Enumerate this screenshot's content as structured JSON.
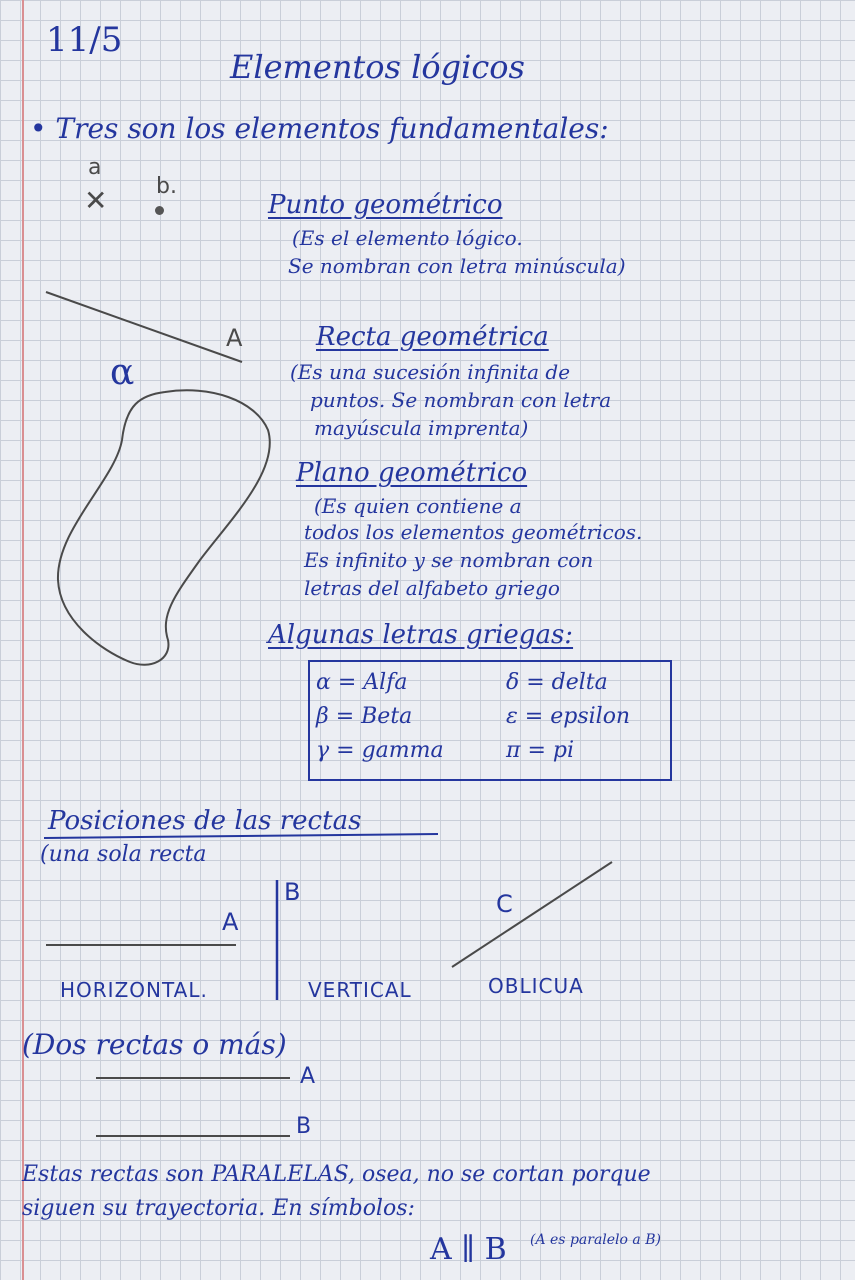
{
  "page": {
    "date": "11/5",
    "title": "Elementos lógicos",
    "intro": "• Tres son los elementos fundamentales:"
  },
  "point": {
    "label_a": "a",
    "label_b": "b.",
    "heading": "Punto geométrico",
    "desc_1": "(Es el elemento lógico.",
    "desc_2": "Se nombran con letra minúscula)"
  },
  "line": {
    "label": "A",
    "heading": "Recta geométrica",
    "desc_1": "(Es una sucesión infinita de",
    "desc_2": "puntos. Se nombran con letra",
    "desc_3": "mayúscula imprenta)"
  },
  "plane": {
    "label": "α",
    "heading": "Plano geométrico",
    "desc_1": "(Es quien contiene a",
    "desc_2": "todos los elementos geométricos.",
    "desc_3": "Es infinito y se nombran con",
    "desc_4": "letras del alfabeto griego"
  },
  "greek": {
    "heading": "Algunas letras griegas:",
    "items": [
      "α = Alfa",
      "β = Beta",
      "γ = gamma",
      "δ = delta",
      "ε = epsilon",
      "π = pi"
    ]
  },
  "positions": {
    "heading": "Posiciones de las rectas",
    "sub": "(una sola recta",
    "label_a": "A",
    "label_b": "B",
    "label_c": "C",
    "horizontal": "HORIZONTAL.",
    "vertical": "VERTICAL",
    "oblique": "OBLICUA"
  },
  "two_lines": {
    "heading": "(Dos rectas o más)",
    "label_a": "A",
    "label_b": "B",
    "conclusion_1": "Estas rectas son PARALELAS, osea, no se cortan porque",
    "conclusion_2": "siguen su trayectoria. En símbolos:",
    "symbol": "A ∥ B",
    "symbol_note": "(A es paralelo a B)"
  },
  "colors": {
    "ink": "#24369e",
    "pencil": "#4a4a4a",
    "grid": "#c9ced8",
    "margin": "#d98f92"
  }
}
